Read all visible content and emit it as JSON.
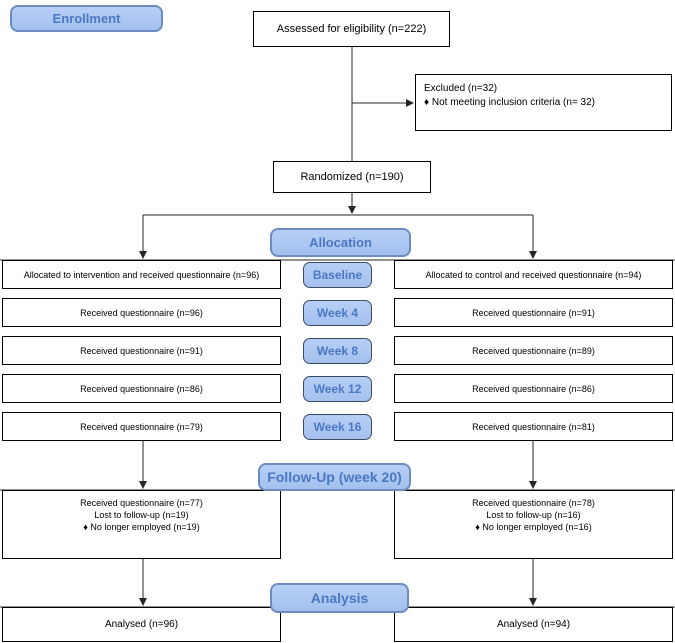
{
  "diagram_title": "CONSORT participant flow diagram",
  "colors": {
    "label_fill": "#aac4f0",
    "label_border_big": "#6d8cc0",
    "label_border_small": "#3a4a63",
    "label_text": "#4a78c2",
    "box_border": "#000000",
    "line": "#262626"
  },
  "flow": {
    "enrollment_label": "Enrollment",
    "assessed": "Assessed for eligibility (n=222)",
    "excluded_title": "Excluded  (n=32)",
    "excluded_bullet": "♦  Not meeting inclusion criteria (n= 32)",
    "randomized": "Randomized (n=190)",
    "allocation_label": "Allocation",
    "timepoints": [
      "Baseline",
      "Week 4",
      "Week 8",
      "Week 12",
      "Week 16"
    ],
    "followup_label": "Follow-Up (week 20)",
    "analysis_label": "Analysis",
    "intervention": {
      "rows": [
        "Allocated to intervention and received questionnaire (n=96)",
        "Received questionnaire (n=96)",
        "Received questionnaire (n=91)",
        "Received questionnaire (n=86)",
        "Received questionnaire (n=79)"
      ],
      "followup": [
        "Received questionnaire (n=77)",
        "Lost to follow-up (n=19)",
        "♦ No longer employed (n=19)"
      ],
      "analysed": "Analysed (n=96)"
    },
    "control": {
      "rows": [
        "Allocated to control and received questionnaire (n=94)",
        "Received questionnaire (n=91)",
        "Received questionnaire (n=89)",
        "Received questionnaire (n=86)",
        "Received questionnaire (n=81)"
      ],
      "followup": [
        "Received questionnaire (n=78)",
        "Lost to follow-up (n=16)",
        "♦ No longer employed (n=16)"
      ],
      "analysed": "Analysed (n=94)"
    }
  }
}
